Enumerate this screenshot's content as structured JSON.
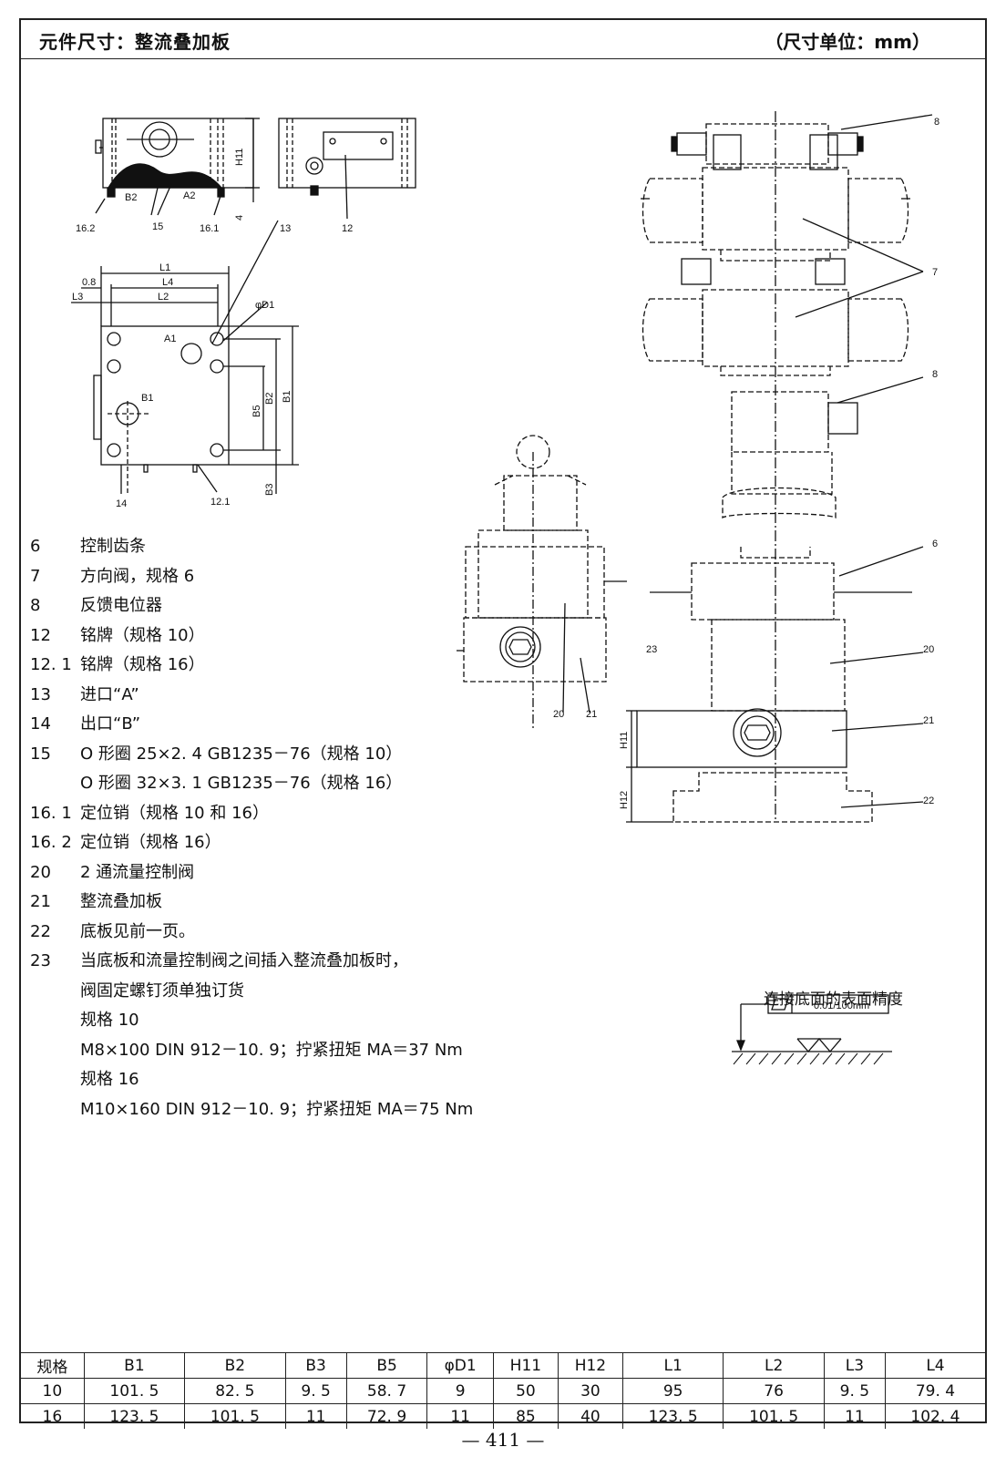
{
  "header": {
    "title": "元件尺寸：整流叠加板",
    "unit": "（尺寸单位：mm）"
  },
  "labels": {
    "B2": "B2",
    "A2": "A2",
    "H11": "H11",
    "n4": "4",
    "n16_2": "16.2",
    "n15": "15",
    "n16_1": "16.1",
    "n13": "13",
    "n12": "12",
    "L1": "L1",
    "L4": "L4",
    "L2": "L2",
    "L3": "L3",
    "n0_8": "0.8",
    "phiD1": "φD1",
    "A1": "A1",
    "B1": "B1",
    "B5": "B5",
    "B3": "B3",
    "n14": "14",
    "n12_1": "12.1",
    "n8a": "8",
    "n7": "7",
    "n8b": "8",
    "n6": "6",
    "n20": "20",
    "n21": "21",
    "n22": "22",
    "n23": "23",
    "H12": "H12",
    "n20b": "20",
    "n21b": "21"
  },
  "legend": [
    {
      "num": "6",
      "text": "控制齿条"
    },
    {
      "num": "7",
      "text": "方向阀，规格 6"
    },
    {
      "num": "8",
      "text": "反馈电位器"
    },
    {
      "num": "12",
      "text": "铭牌（规格 10）"
    },
    {
      "num": "12. 1",
      "text": "铭牌（规格 16）"
    },
    {
      "num": "13",
      "text": "进口“A”"
    },
    {
      "num": "14",
      "text": "出口“B”"
    },
    {
      "num": "15",
      "text": "O 形圈 25×2. 4 GB1235－76（规格 10）"
    },
    {
      "num": "",
      "text": "O 形圈 32×3. 1 GB1235－76（规格 16）"
    },
    {
      "num": "16. 1",
      "text": "定位销（规格 10 和 16）"
    },
    {
      "num": "16. 2",
      "text": "定位销（规格 16）"
    },
    {
      "num": "20",
      "text": "2 通流量控制阀"
    },
    {
      "num": "21",
      "text": "整流叠加板"
    },
    {
      "num": "22",
      "text": "底板见前一页。"
    },
    {
      "num": "23",
      "text": "当底板和流量控制阀之间插入整流叠加板时，"
    },
    {
      "num": "",
      "text": "阀固定螺钉须单独订货"
    },
    {
      "num": "",
      "text": "规格 10"
    },
    {
      "num": "",
      "text": "M8×100 DIN 912－10. 9；拧紧扭矩 MA＝37 Nm"
    },
    {
      "num": "",
      "text": "规格 16"
    },
    {
      "num": "",
      "text": "M10×160 DIN 912－10. 9；拧紧扭矩 MA＝75 Nm"
    }
  ],
  "surface": {
    "title": "连接底面的表面精度",
    "tolerance": "0.01/100mm"
  },
  "table": {
    "headers": [
      "规格",
      "B1",
      "B2",
      "B3",
      "B5",
      "φD1",
      "H11",
      "H12",
      "L1",
      "L2",
      "L3",
      "L4"
    ],
    "rows": [
      [
        "10",
        "101. 5",
        "82. 5",
        "9. 5",
        "58. 7",
        "9",
        "50",
        "30",
        "95",
        "76",
        "9. 5",
        "79. 4"
      ],
      [
        "16",
        "123. 5",
        "101. 5",
        "11",
        "72. 9",
        "11",
        "85",
        "40",
        "123. 5",
        "101. 5",
        "11",
        "102. 4"
      ]
    ]
  },
  "page_number": "— 411 —"
}
